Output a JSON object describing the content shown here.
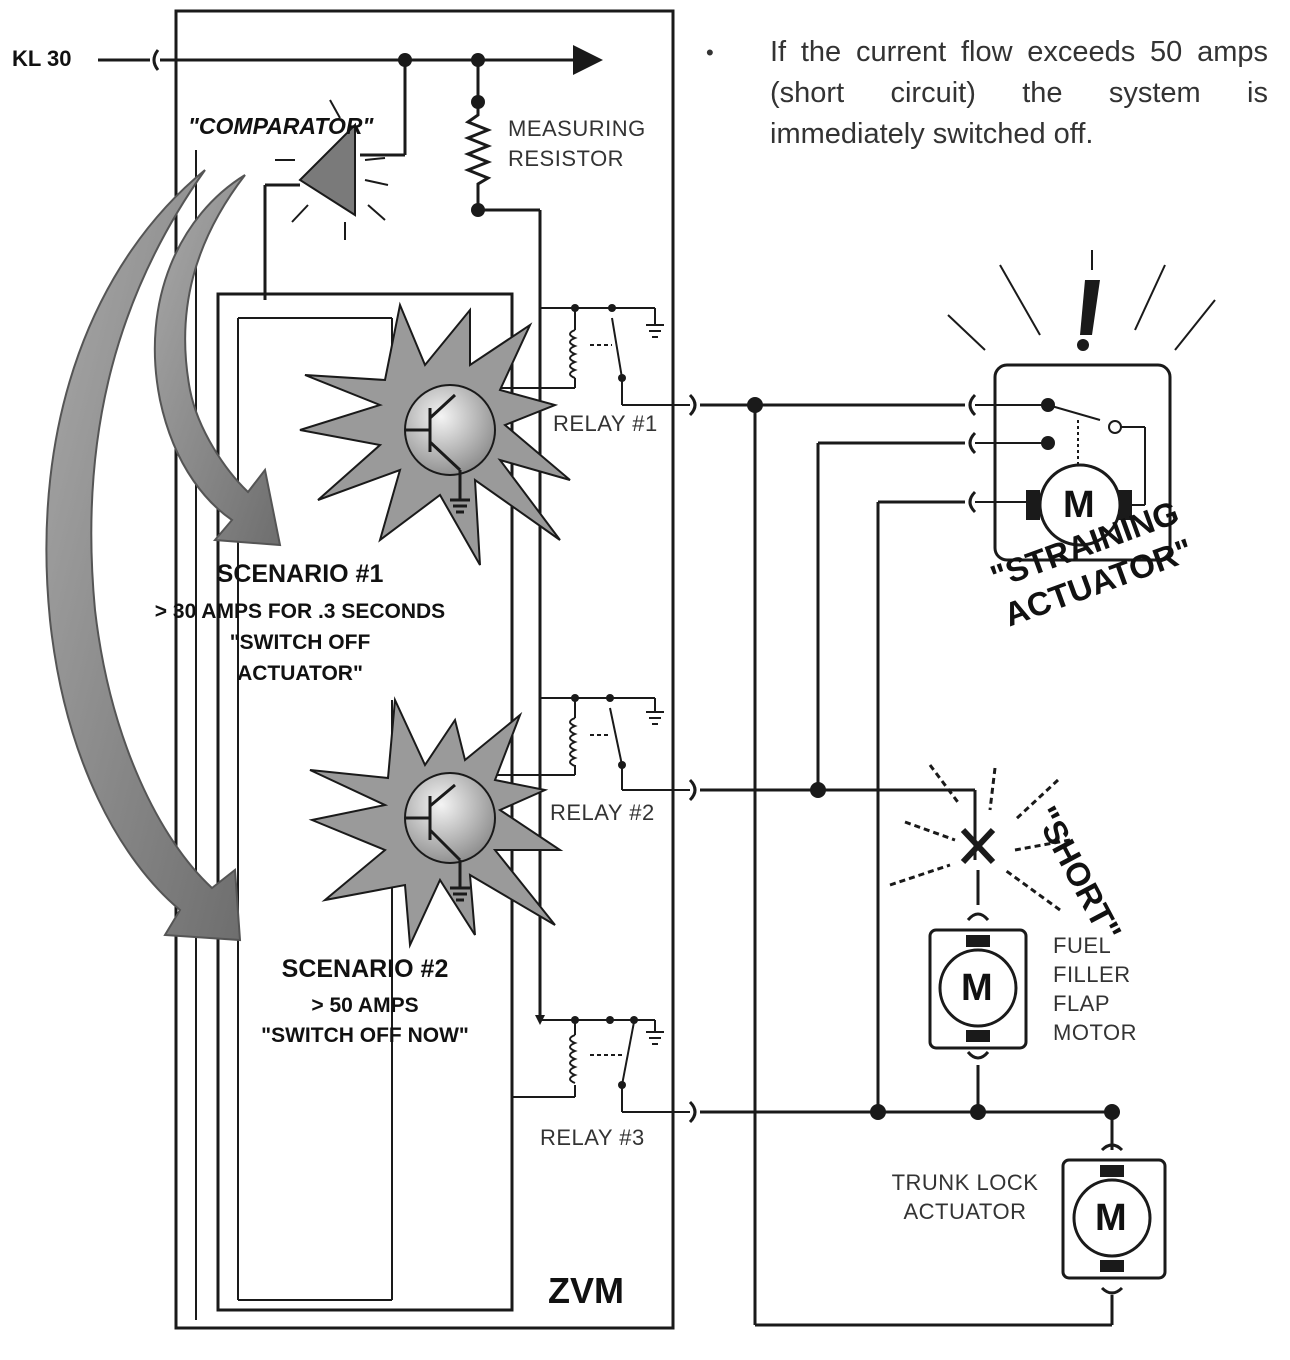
{
  "labels": {
    "kl30": "KL 30",
    "comparator": "\"COMPARATOR\"",
    "measuring_resistor_line1": "MEASURING",
    "measuring_resistor_line2": "RESISTOR",
    "relay1": "RELAY #1",
    "relay2": "RELAY #2",
    "relay3": "RELAY #3",
    "zvm": "ZVM",
    "motor_symbol": "M",
    "fuel_line1": "FUEL",
    "fuel_line2": "FILLER",
    "fuel_line3": "FLAP",
    "fuel_line4": "MOTOR",
    "trunk_line1": "TRUNK LOCK",
    "trunk_line2": "ACTUATOR",
    "straining_line1": "\"STRAINING",
    "straining_line2": "ACTUATOR\"",
    "short": "\"SHORT\"",
    "exclamation": "!"
  },
  "scenario1": {
    "title": "SCENARIO #1",
    "line1": "> 30 AMPS FOR .3 SECONDS",
    "line2": "\"SWITCH OFF",
    "line3": "ACTUATOR\""
  },
  "scenario2": {
    "title": "SCENARIO #2",
    "line1": "> 50 AMPS",
    "line2": "\"SWITCH OFF NOW\""
  },
  "note": {
    "bullet": "•",
    "text": "If the current flow exceeds 50 amps (short circuit) the system is immediately switched off."
  },
  "colors": {
    "line": "#1a1a1a",
    "arrow_fill": "#8a8a8a",
    "burst_fill": "#9a9a9a",
    "transistor_fill": "#bdbdbd"
  }
}
